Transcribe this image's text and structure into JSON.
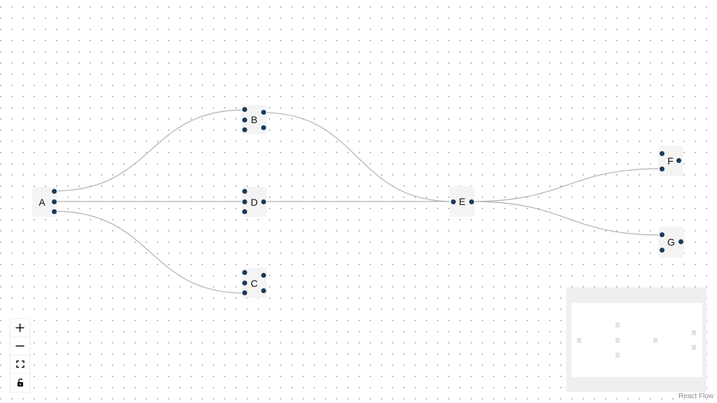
{
  "flow": {
    "nodes": [
      {
        "id": "A",
        "label": "A"
      },
      {
        "id": "B",
        "label": "B"
      },
      {
        "id": "C",
        "label": "C"
      },
      {
        "id": "D",
        "label": "D"
      },
      {
        "id": "E",
        "label": "E"
      },
      {
        "id": "F",
        "label": "F"
      },
      {
        "id": "G",
        "label": "G"
      }
    ],
    "edges": [
      {
        "source": "A",
        "target": "B"
      },
      {
        "source": "A",
        "target": "D"
      },
      {
        "source": "A",
        "target": "C"
      },
      {
        "source": "B",
        "target": "E"
      },
      {
        "source": "D",
        "target": "E"
      },
      {
        "source": "E",
        "target": "F"
      },
      {
        "source": "E",
        "target": "G"
      }
    ]
  },
  "controls": {
    "items": [
      {
        "name": "zoom-in",
        "icon": "plus-icon"
      },
      {
        "name": "zoom-out",
        "icon": "minus-icon"
      },
      {
        "name": "fit-view",
        "icon": "fit-view-icon"
      },
      {
        "name": "toggle-interactivity",
        "icon": "unlock-icon"
      }
    ]
  },
  "attribution": {
    "label": "React Flow"
  },
  "colors": {
    "handle": "#1a3a5c",
    "node_background": "#f4f4f4",
    "edge": "#b1b1b7",
    "background_dots": "#a8a8a8",
    "minimap_mask": "#efefef",
    "minimap_node": "#e2e2e2"
  }
}
